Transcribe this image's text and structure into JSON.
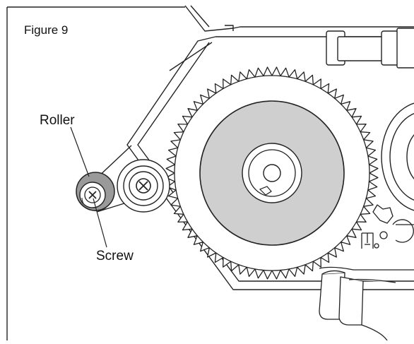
{
  "figure": {
    "title": "Figure 9"
  },
  "callouts": {
    "roller": "Roller",
    "screw": "Screw"
  },
  "colors": {
    "line": "#222222",
    "platen_fill": "#cfcfcf",
    "roller_fill": "#9a9a9a",
    "background": "#ffffff"
  }
}
